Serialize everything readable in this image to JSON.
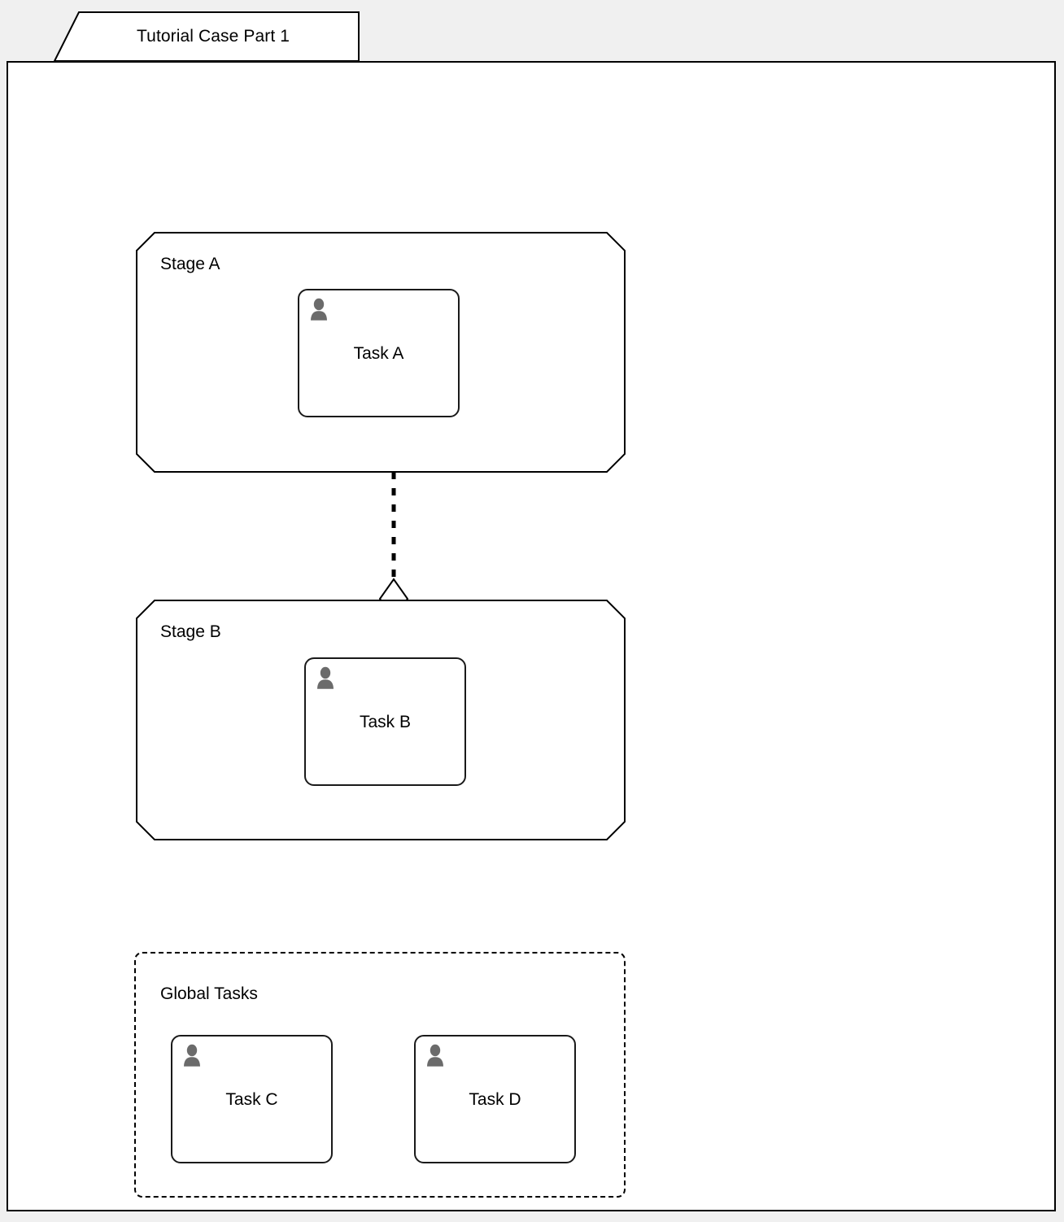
{
  "page": {
    "background_color": "#f0f0f0",
    "canvas_color": "#ffffff",
    "border_color": "#000000"
  },
  "case": {
    "title": "Tutorial Case Part 1"
  },
  "stages": [
    {
      "id": "stage-a",
      "title": "Stage A",
      "tasks": [
        {
          "id": "task-a",
          "label": "Task A",
          "icon": "user-icon",
          "icon_color": "#666666"
        }
      ]
    },
    {
      "id": "stage-b",
      "title": "Stage B",
      "tasks": [
        {
          "id": "task-b",
          "label": "Task B",
          "icon": "user-icon",
          "icon_color": "#666666"
        }
      ]
    }
  ],
  "global_tasks": {
    "title": "Global Tasks",
    "border_style": "dashed",
    "tasks": [
      {
        "id": "task-c",
        "label": "Task C",
        "icon": "user-icon",
        "icon_color": "#666666"
      },
      {
        "id": "task-d",
        "label": "Task D",
        "icon": "user-icon",
        "icon_color": "#666666"
      }
    ]
  },
  "connector": {
    "type": "dotted-sentry",
    "from": "Stage A",
    "to": "Stage B",
    "marker": "diamond"
  }
}
